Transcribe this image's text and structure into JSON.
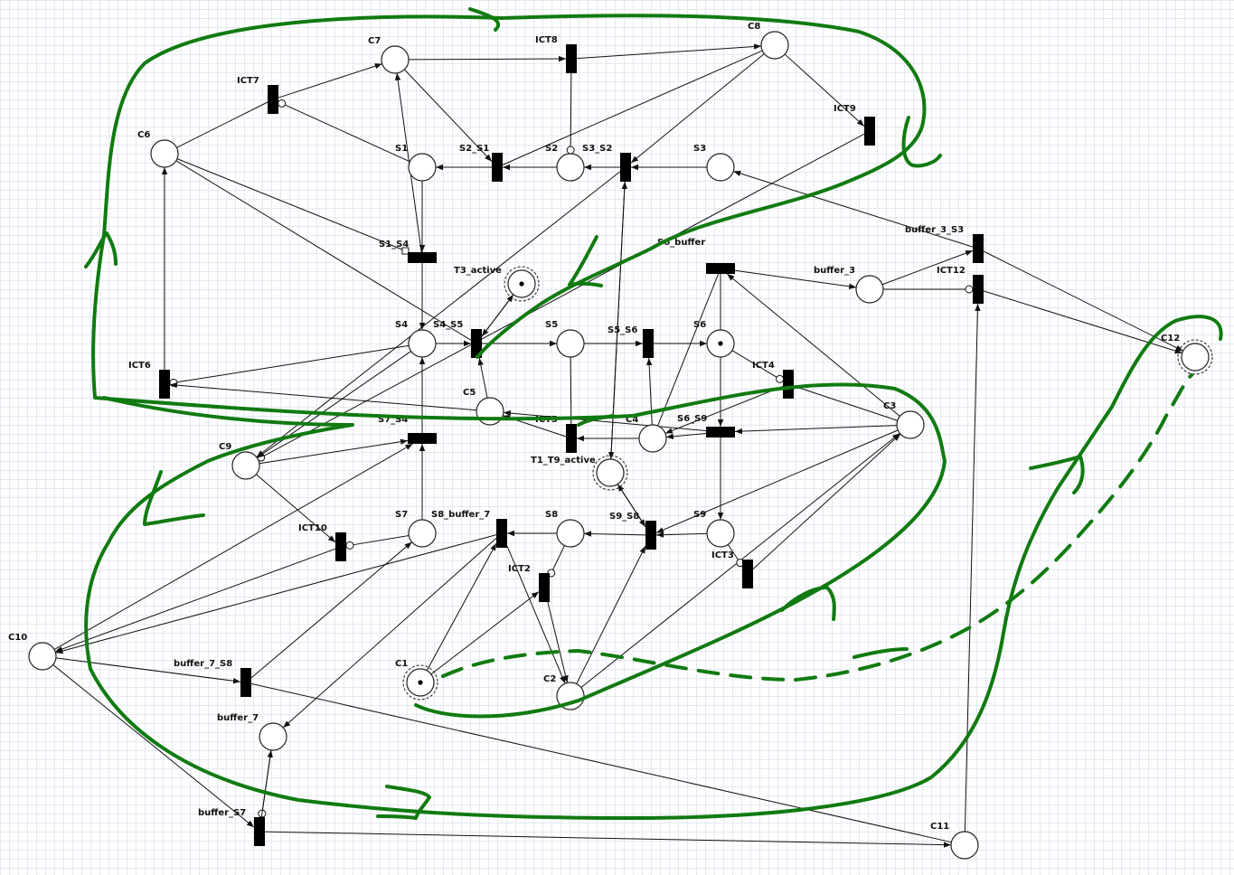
{
  "places": [
    "C7",
    "C8",
    "C6",
    "S1",
    "S2",
    "S3",
    "T3_active",
    "S4",
    "S5",
    "S6",
    "C5",
    "C4",
    "C3",
    "C9",
    "T1_T9_active",
    "buffer_3",
    "C12",
    "S7",
    "S8",
    "S9",
    "C10",
    "C1",
    "C2",
    "buffer_7",
    "C11"
  ],
  "transitions": [
    "ICT8",
    "ICT7",
    "ICT9",
    "S2_S1",
    "S3_S2",
    "S1_S4",
    "S6_buffer",
    "buffer_3_S3",
    "ICT12",
    "S4_S5",
    "S5_S6",
    "ICT6",
    "ICT4",
    "S7_S4",
    "ICT5",
    "S6_S9",
    "S8_buffer_7",
    "S9_S8",
    "ICT10",
    "ICT2",
    "ICT3",
    "buffer_7_S8",
    "buffer_S7"
  ],
  "tokens": {
    "T3_active": 1,
    "S6": 1,
    "C1": 1,
    "T1_T9_active": 0,
    "C12": 0
  },
  "colors": {
    "ink": "#117a11",
    "arc": "#111111",
    "grid": "#e4e8f2"
  }
}
